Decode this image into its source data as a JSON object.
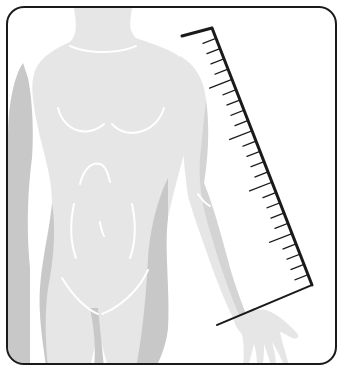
{
  "figure": {
    "subject": "body-silhouette",
    "measurement": "arm-length",
    "ruler_ticks": 24,
    "colors": {
      "body_light": "#e6e6e6",
      "body_shadow": "#c8c8c8",
      "outline": "#1a1a1a",
      "background": "#ffffff"
    }
  }
}
